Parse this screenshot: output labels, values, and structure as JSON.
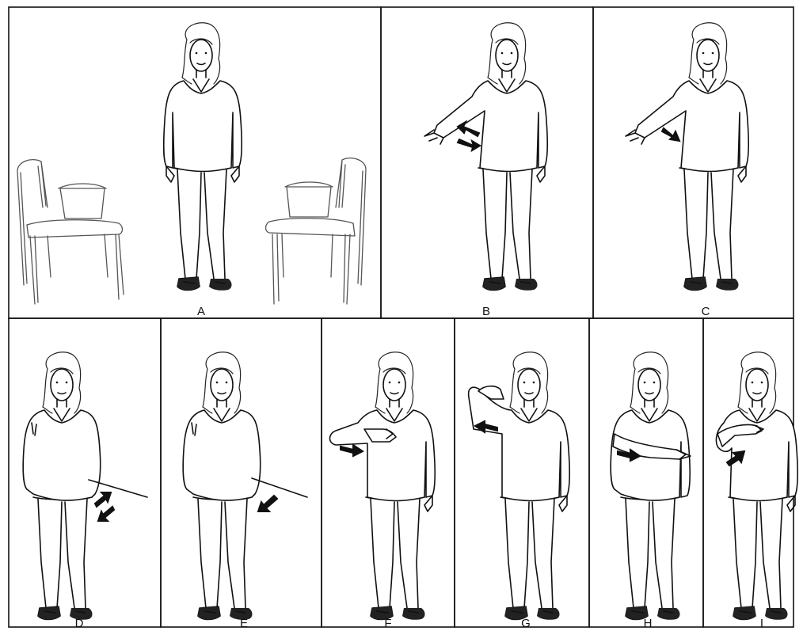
{
  "figure": {
    "panels": [
      {
        "id": "A",
        "label": "A",
        "props": [
          "chair-left",
          "chair-right"
        ],
        "arm": "down"
      },
      {
        "id": "B",
        "label": "B",
        "arm": "point-left",
        "arrows": [
          "up-left",
          "down-right"
        ]
      },
      {
        "id": "C",
        "label": "C",
        "arm": "point-left",
        "arrows": [
          "down-right"
        ]
      },
      {
        "id": "D",
        "label": "D",
        "arm": "behind",
        "stick": true,
        "arrows": [
          "up",
          "down"
        ]
      },
      {
        "id": "E",
        "label": "E",
        "arm": "behind",
        "stick": true,
        "arrows": [
          "down-left"
        ]
      },
      {
        "id": "F",
        "label": "F",
        "arm": "across",
        "arrows": [
          "right"
        ]
      },
      {
        "id": "G",
        "label": "G",
        "arm": "raised-left",
        "arrows": [
          "left"
        ]
      },
      {
        "id": "H",
        "label": "H",
        "arm": "across-low",
        "arrows": [
          "right"
        ]
      },
      {
        "id": "I",
        "label": "I",
        "arm": "across-high",
        "arrows": [
          "up-right"
        ]
      }
    ]
  }
}
